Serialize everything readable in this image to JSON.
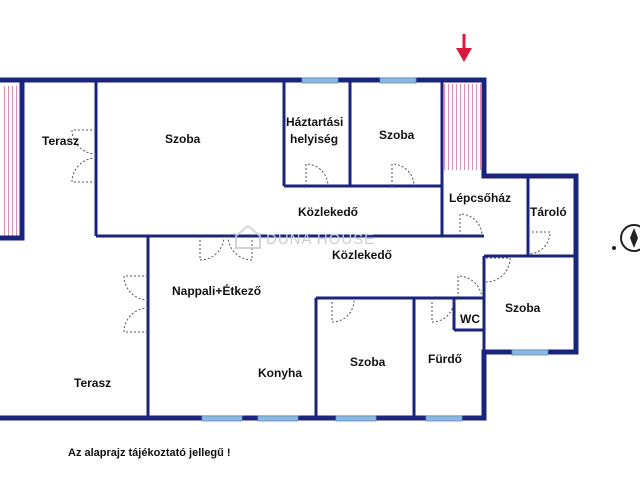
{
  "rooms": {
    "terasz_top": "Terasz",
    "szoba_top_left": "Szoba",
    "haztartasi_line1": "Háztartási",
    "haztartasi_line2": "helyiség",
    "szoba_top_right": "Szoba",
    "kozlekedo_upper": "Közlekedő",
    "lepcsohaz": "Lépcsőház",
    "tarolo": "Tároló",
    "kozlekedo_lower": "Közlekedő",
    "nappali": "Nappali+Étkező",
    "wc": "WC",
    "szoba_right": "Szoba",
    "terasz_bottom": "Terasz",
    "konyha": "Konyha",
    "szoba_bottom": "Szoba",
    "furdo": "Fürdő"
  },
  "watermark": "DUNA HOUSE",
  "note": "Az alaprajz tájékoztató jellegű !",
  "colors": {
    "wall": "#1a237e",
    "window": "#8fb8de",
    "arrow": "#d81b3c",
    "door": "#555555"
  }
}
